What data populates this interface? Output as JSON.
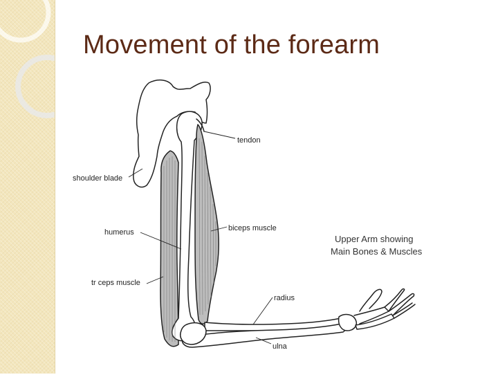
{
  "slide": {
    "title": "Movement of the forearm"
  },
  "diagram": {
    "labels": {
      "tendon": "tendon",
      "shoulder_blade": "shoulder blade",
      "humerus": "humerus",
      "biceps_muscle": "biceps muscle",
      "triceps_muscle": "tr ceps muscle",
      "radius": "radius",
      "ulna": "ulna"
    },
    "caption": {
      "line1": "Upper Arm showing",
      "line2": "Main Bones  & Muscles"
    }
  },
  "colors": {
    "title": "#5c2a16",
    "sidebar": "#f3e6bd",
    "muscle_fill": "#b8b8b8",
    "line": "#222222"
  }
}
